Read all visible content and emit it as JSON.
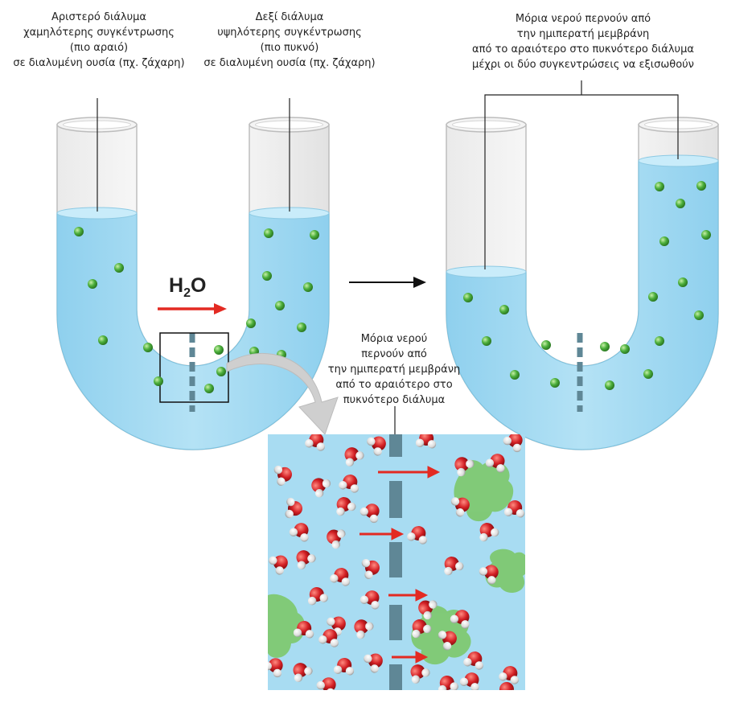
{
  "labels": {
    "left_solution": "Αριστερό διάλυμα\nχαμηλότερης συγκέντρωσης\n(πιο αραιό)\nσε διαλυμένη ουσία (πχ. ζάχαρη)",
    "right_solution": "Δεξί διάλυμα\nυψηλότερης συγκέντρωσης\n(πιο πυκνό)\nσε διαλυμένη ουσία (πχ. ζάχαρη)",
    "top_right": "Μόρια νερού περνούν από\nτην ημιπερατή μεμβράνη\nαπό το αραιότερο στο πυκνότερο διάλυμα\nμέχρι οι δύο συγκεντρώσεις να εξισωθούν",
    "middle": "Μόρια νερού\nπερνούν από\nτην ημιπερατή μεμβράνη\nαπό το αραιότερο στο\nπυκνότερο διάλυμα",
    "h2o_main": "H",
    "h2o_sub": "2",
    "h2o_o": "O"
  },
  "colors": {
    "water": "#a8dcf2",
    "water_surface": "#c9ecfa",
    "tube_edge": "#bfbfbf",
    "solute": "#4caf3c",
    "membrane": "#5f8796",
    "arrow_red": "#e32a22",
    "oxygen": "#d21f24",
    "hydrogen": "#e6e6e6",
    "solute_blob": "#7cc86a",
    "zoom_bg": "#a8dcf2",
    "callout_gray": "#c8c8c8"
  },
  "icons": {
    "process_arrow": "right-arrow-icon",
    "flow_arrow": "red-arrow-icon",
    "zoom_callout": "curved-arrow-icon"
  }
}
